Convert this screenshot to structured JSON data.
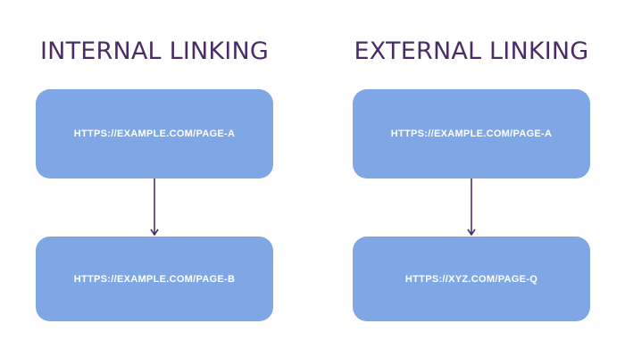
{
  "diagrams": [
    {
      "heading": "INTERNAL LINKING",
      "source_url": "HTTPS://EXAMPLE.COM/PAGE-A",
      "target_url": "HTTPS://EXAMPLE.COM/PAGE-B"
    },
    {
      "heading": "EXTERNAL LINKING",
      "source_url": "HTTPS://EXAMPLE.COM/PAGE-A",
      "target_url": "HTTPS://XYZ.COM/PAGE-Q"
    }
  ],
  "colors": {
    "heading": "#4a2d66",
    "box_fill": "#7fa7e6",
    "box_text": "#ffffff",
    "arrow": "#4a2d66"
  }
}
